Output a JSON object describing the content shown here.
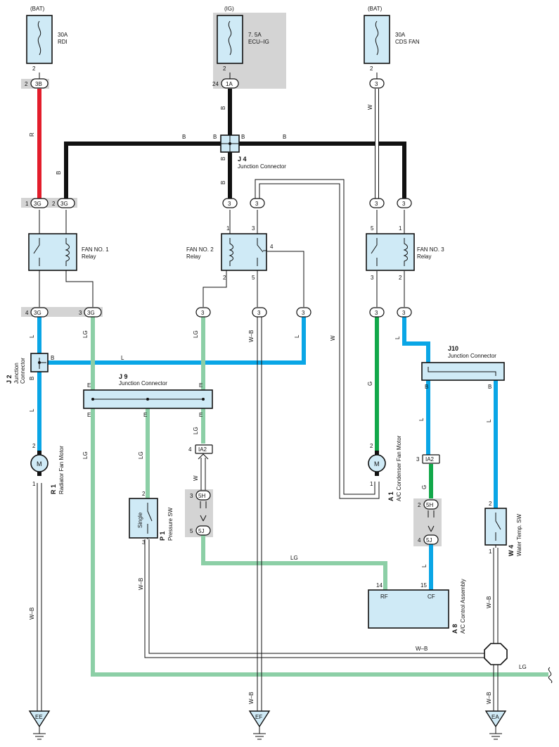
{
  "fuses": {
    "rdi": {
      "source": "(BAT)",
      "amp": "30A",
      "name": "RDI"
    },
    "ecu": {
      "source": "(IG)",
      "amp": "7. 5A",
      "name": "ECU–IG"
    },
    "cds": {
      "source": "(BAT)",
      "amp": "30A",
      "name": "CDS FAN"
    }
  },
  "pins": {
    "two": "2",
    "one": "1",
    "three": "3",
    "four": "4",
    "five": "5",
    "twentyfour": "24",
    "fourteen": "14",
    "fifteen": "15"
  },
  "connectors": {
    "c3B": "3B",
    "c1A": "1A",
    "c3": "3",
    "c3G": "3G",
    "c5H": "5H",
    "c5J": "5J",
    "cIA2": "IA2"
  },
  "wires": {
    "R": "R",
    "B": "B",
    "W": "W",
    "L": "L",
    "LG": "LG",
    "G": "G",
    "WB": "W–B",
    "E": "E"
  },
  "junctions": {
    "j4_id": "J 4",
    "j4_name": "Junction Connector",
    "j2_id": "J 2",
    "j2_name": "Junction",
    "j2_name2": "Connector",
    "j9_id": "J 9",
    "j9_name": "Junction Connector",
    "j10_id": "J10",
    "j10_name": "Junction Connector"
  },
  "relays": {
    "fan1": {
      "name": "FAN NO. 1",
      "sub": "Relay"
    },
    "fan2": {
      "name": "FAN NO. 2",
      "sub": "Relay"
    },
    "fan3": {
      "name": "FAN NO. 3",
      "sub": "Relay"
    }
  },
  "components": {
    "r1_id": "R 1",
    "r1_name": "Radiator Fan Motor",
    "a1_id": "A 1",
    "a1_name": "A/C Condenser Fan Motor",
    "p1_id": "P 1",
    "p1_name": "Pressure SW",
    "p1_single": "Single",
    "w4_id": "W 4",
    "w4_name": "Water Temp. SW",
    "a8_id": "A 8",
    "a8_name": "A/C Control Assembly",
    "a8_rf": "RF",
    "a8_cf": "CF",
    "motor": "M"
  },
  "grounds": {
    "ee": "EE",
    "ef": "EF",
    "ea": "EA"
  }
}
